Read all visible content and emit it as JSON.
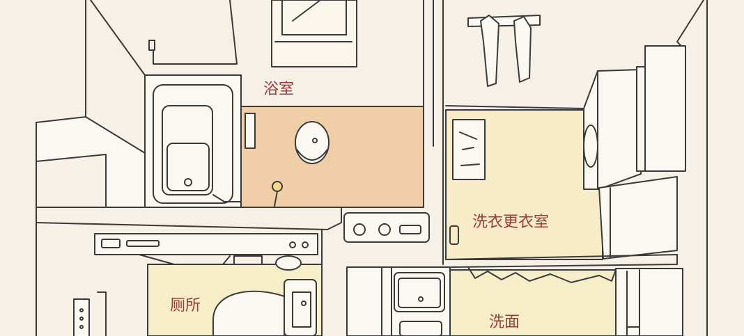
{
  "labels": {
    "bathroom": "浴室",
    "laundry_dressing_room": "洗衣更衣室",
    "toilet": "厕所",
    "washroom": "洗面"
  },
  "colors": {
    "background": "#f6f0e6",
    "bathroom_floor": "#f0cfa8",
    "laundry_floor": "#f8ecc8",
    "toilet_floor": "#f6edc9",
    "washroom_floor": "#f6edc9",
    "ink": "#3a3a3a",
    "label": "#9a3b3b"
  }
}
